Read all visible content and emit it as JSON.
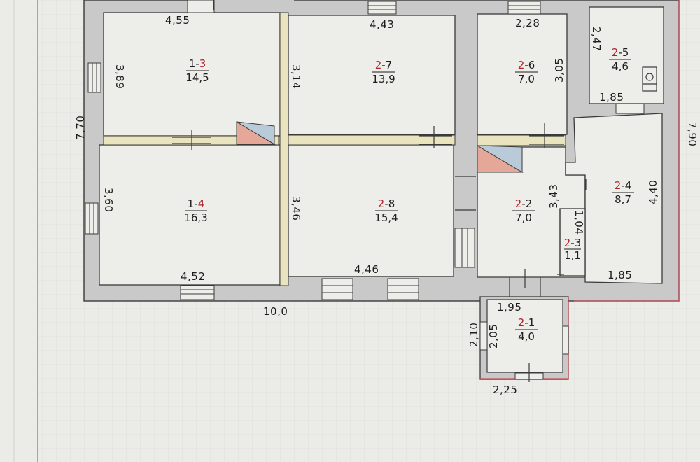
{
  "plan": {
    "overall": {
      "width": "10,0",
      "depth_left": "7,70",
      "depth_right": "7,90"
    },
    "rooms": [
      {
        "key": "r13",
        "floor": "1",
        "num": "3",
        "area": "14,5"
      },
      {
        "key": "r14",
        "floor": "1",
        "num": "4",
        "area": "16,3"
      },
      {
        "key": "r27",
        "floor": "2",
        "num": "7",
        "area": "13,9"
      },
      {
        "key": "r28",
        "floor": "2",
        "num": "8",
        "area": "15,4"
      },
      {
        "key": "r26",
        "floor": "2",
        "num": "6",
        "area": "7,0"
      },
      {
        "key": "r25",
        "floor": "2",
        "num": "5",
        "area": "4,6"
      },
      {
        "key": "r22",
        "floor": "2",
        "num": "2",
        "area": "7,0"
      },
      {
        "key": "r24",
        "floor": "2",
        "num": "4",
        "area": "8,7"
      },
      {
        "key": "r23",
        "floor": "2",
        "num": "3",
        "area": "1,1"
      },
      {
        "key": "r21",
        "floor": "2",
        "num": "1",
        "area": "4,0"
      }
    ],
    "dimensions": {
      "r13_width": "4,55",
      "r13_height": "3,89",
      "r27_width": "4,43",
      "r27_height": "3,14",
      "r26_width": "2,28",
      "r26_height": "3,05",
      "r25_height": "2,47",
      "r25_width": "1,85",
      "r14_height": "3,60",
      "r14_width": "4,52",
      "r28_height": "3,46",
      "r28_width": "4,46",
      "r22_height": "3,43",
      "r24_height": "4,40",
      "r24_width": "1,85",
      "r23_height": "1,04",
      "r21_top": "1,95",
      "r21_outer_height": "2,10",
      "r21_inner_height": "2,05",
      "r21_bottom": "2,25"
    }
  }
}
